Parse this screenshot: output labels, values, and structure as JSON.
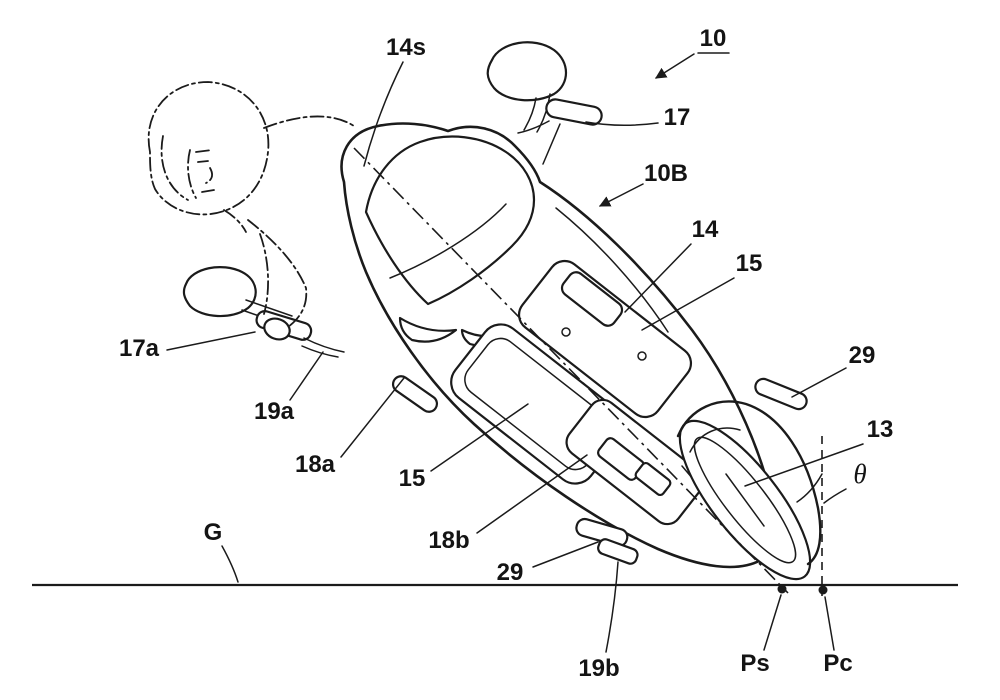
{
  "figure": {
    "type": "patent-line-drawing",
    "subject": "Leaning motorcycle with rider, front perspective view, lean angle theta to ground",
    "colors": {
      "ink": "#1b1b1b",
      "background": "#ffffff"
    },
    "labels": {
      "ref_10": "10",
      "ref_14s": "14s",
      "ref_17": "17",
      "ref_10B": "10B",
      "ref_14": "14",
      "ref_15_upper": "15",
      "ref_29_right": "29",
      "ref_13": "13",
      "theta": "θ",
      "ref_17a": "17a",
      "ref_19a": "19a",
      "ref_18a": "18a",
      "ref_15_lower": "15",
      "ref_18b": "18b",
      "ref_29_lower": "29",
      "ground": "G",
      "ref_19b": "19b",
      "point_ps": "Ps",
      "point_pc": "Pc"
    }
  }
}
